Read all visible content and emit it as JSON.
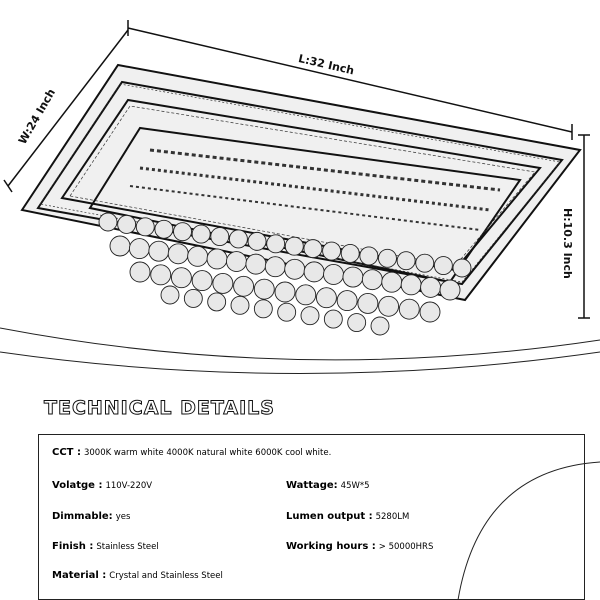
{
  "dimensions": {
    "length": "L:32 Inch",
    "width": "W:24 Inch",
    "height": "H:10.3 Inch"
  },
  "technical": {
    "title": "TECHNICAL DETAILS",
    "cct": {
      "label": "CCT :",
      "value": "3000K warm white 4000K natural white 6000K cool white."
    },
    "voltage": {
      "label": "Volatge :",
      "value": "110V-220V"
    },
    "wattage": {
      "label": "Wattage:",
      "value": "45W*5"
    },
    "dimmable": {
      "label": "Dimmable:",
      "value": "yes"
    },
    "lumen": {
      "label": "Lumen output :",
      "value": "5280LM"
    },
    "finish": {
      "label": "Finish :",
      "value": "Stainless Steel"
    },
    "hours": {
      "label": "Working hours :",
      "value": "> 50000HRS"
    },
    "material": {
      "label": "Material :",
      "value": "Crystal and Stainless Steel"
    }
  },
  "colors": {
    "ink": "#111111",
    "background": "#ffffff"
  }
}
